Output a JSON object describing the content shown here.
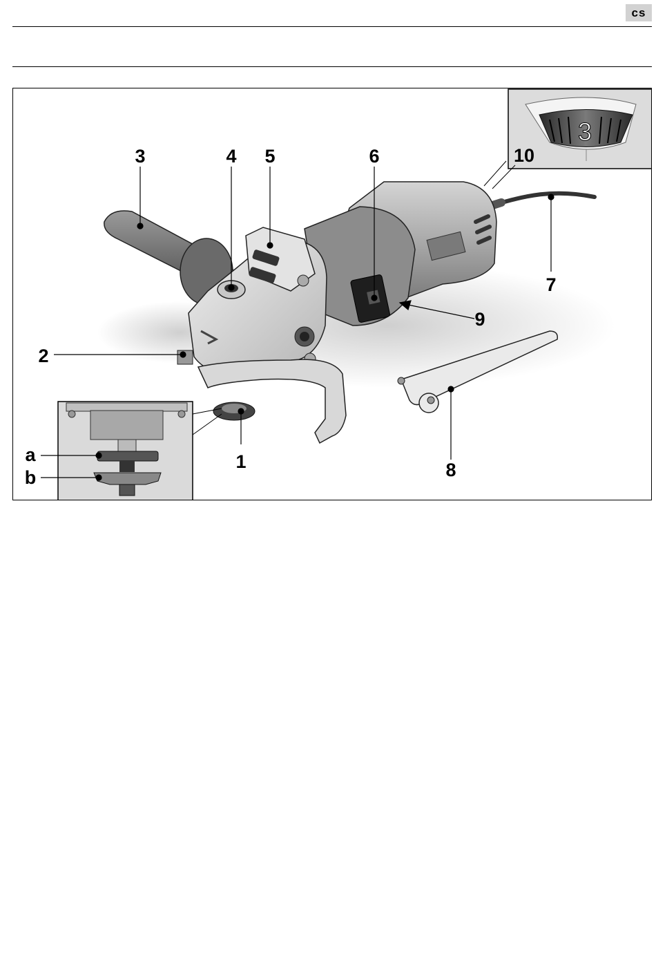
{
  "header": {
    "language_code": "cs"
  },
  "figure": {
    "callouts": {
      "c1": "1",
      "c2": "2",
      "c3": "3",
      "c4": "4",
      "c5": "5",
      "c6": "6",
      "c7": "7",
      "c8": "8",
      "c9": "9",
      "c10": "10",
      "ca": "a",
      "cb": "b"
    },
    "dial_setting": "3"
  }
}
